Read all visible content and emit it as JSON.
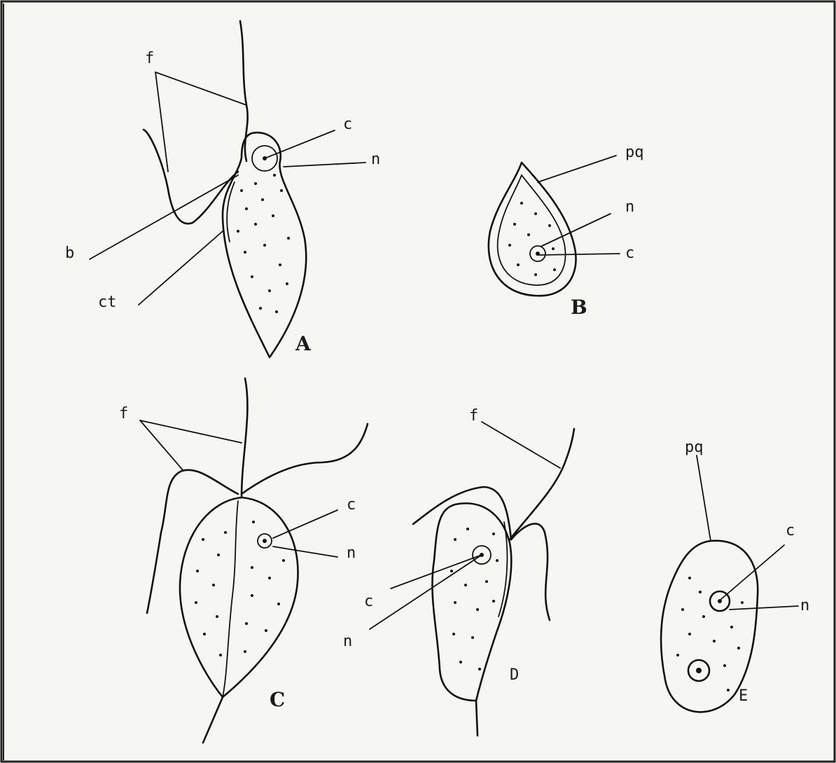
{
  "figure": {
    "panels": [
      {
        "id": "A",
        "label": "A",
        "parts": [
          "f",
          "c",
          "n",
          "b",
          "ct"
        ]
      },
      {
        "id": "B",
        "label": "B",
        "parts": [
          "pq",
          "n",
          "c"
        ]
      },
      {
        "id": "C",
        "label": "C",
        "parts": [
          "f",
          "c",
          "n"
        ]
      },
      {
        "id": "D",
        "label": "D",
        "parts": [
          "f",
          "c",
          "n"
        ]
      },
      {
        "id": "E",
        "label": "E",
        "parts": [
          "pq",
          "c",
          "n"
        ]
      }
    ]
  }
}
